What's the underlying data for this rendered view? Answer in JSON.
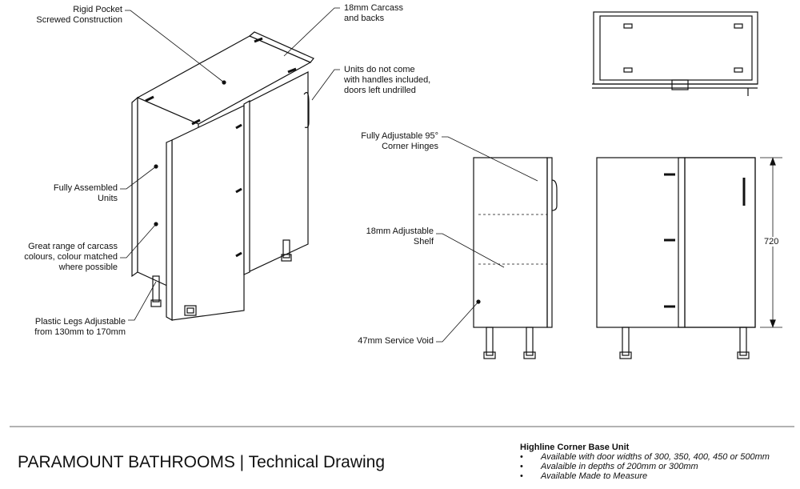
{
  "labels": {
    "rigid_pocket": "Rigid Pocket",
    "rigid_pocket_2": "Screwed Construction",
    "carcass": "18mm Carcass",
    "carcass_2": "and backs",
    "handles": "Units do not come",
    "handles_2": "with handles included,",
    "handles_3": "doors left undrilled",
    "assembled": "Fully Assembled",
    "assembled_2": "Units",
    "colours": "Great range of carcass",
    "colours_2": "colours, colour matched",
    "colours_3": "where possible",
    "legs": "Plastic Legs Adjustable",
    "legs_2": "from 130mm to 170mm",
    "hinges": "Fully Adjustable 95°",
    "hinges_2": "Corner Hinges",
    "shelf": "18mm Adjustable",
    "shelf_2": "Shelf",
    "void": "47mm Service Void"
  },
  "dimension": "720",
  "footer": {
    "title": "PARAMOUNT BATHROOMS | Technical Drawing",
    "spec_title": "Highline Corner Base Unit",
    "spec_items": [
      "Available with door widths of 300, 350, 400, 450 or 500mm",
      "Avalaible in depths of 200mm or 300mm",
      "Available Made to Measure"
    ]
  }
}
